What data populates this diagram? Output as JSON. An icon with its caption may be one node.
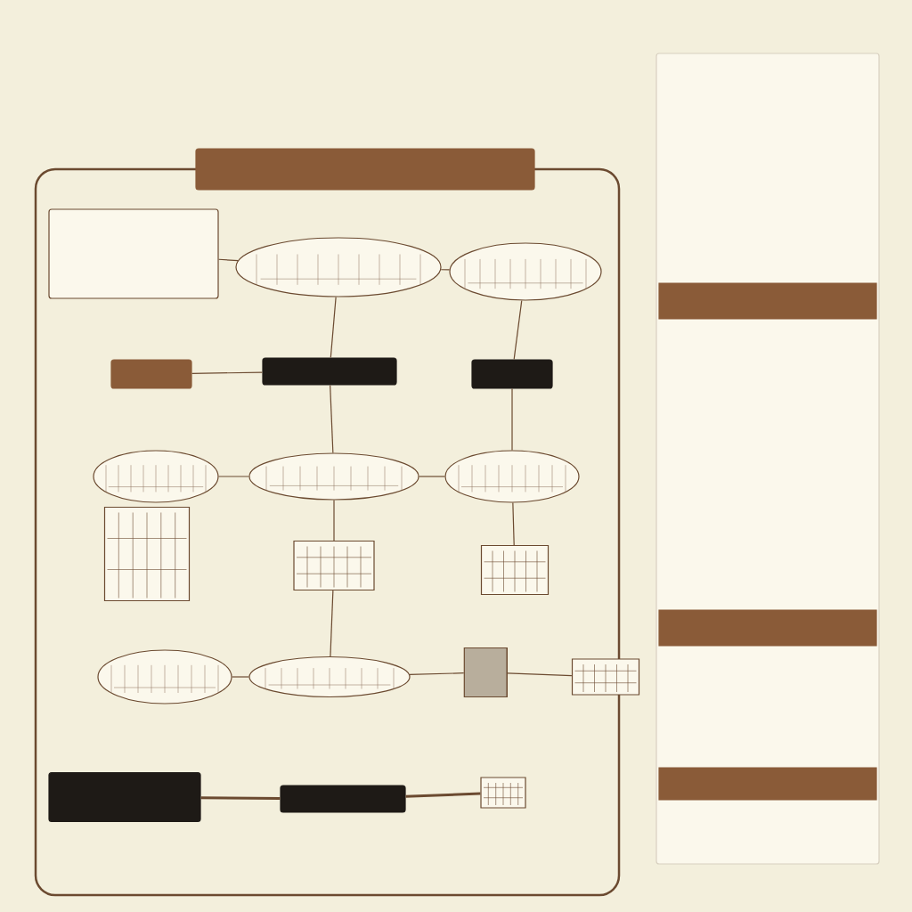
{
  "diagram": {
    "nodes": [
      {
        "text": [],
        "shape": "box"
      },
      {
        "text": [],
        "shape": "box"
      },
      {
        "text": [],
        "shape": "ellipse"
      },
      {
        "text": [],
        "shape": "ellipse"
      },
      {
        "text": [],
        "shape": "box"
      },
      {
        "text": [],
        "shape": "box"
      },
      {
        "text": [],
        "shape": "box"
      },
      {
        "text": [],
        "shape": "ellipse"
      },
      {
        "text": [],
        "shape": "ellipse"
      },
      {
        "text": [],
        "shape": "ellipse"
      },
      {
        "text": [],
        "shape": "picture"
      },
      {
        "text": [],
        "shape": "picture"
      },
      {
        "text": [],
        "shape": "picture"
      },
      {
        "text": [],
        "shape": "ellipse"
      },
      {
        "text": [],
        "shape": "ellipse"
      },
      {
        "text": [],
        "shape": "cylinder"
      },
      {
        "text": [],
        "shape": "picture"
      },
      {
        "text": [],
        "shape": "box"
      },
      {
        "text": [],
        "shape": "box"
      },
      {
        "text": [],
        "shape": "picture"
      },
      {
        "text": [],
        "shape": "box"
      },
      {
        "text": [],
        "shape": "bar",
        "in": 20
      },
      {
        "text": [],
        "shape": "bar",
        "in": 20
      },
      {
        "text": [],
        "shape": "bar",
        "in": 20
      }
    ],
    "edges": [
      {
        "from": 1,
        "to": 2,
        "arrow": "none"
      },
      {
        "from": 2,
        "to": 3,
        "arrow": "none"
      },
      {
        "from": 2,
        "to": 5,
        "arrow": "none"
      },
      {
        "from": 3,
        "to": 6,
        "arrow": "none"
      },
      {
        "from": 4,
        "to": 5,
        "arrow": "none"
      },
      {
        "from": 5,
        "to": 8,
        "arrow": "none"
      },
      {
        "from": 6,
        "to": 9,
        "arrow": "none"
      },
      {
        "from": 7,
        "to": 8,
        "arrow": "none"
      },
      {
        "from": 8,
        "to": 9,
        "arrow": "none"
      },
      {
        "from": 8,
        "to": 11,
        "arrow": "none"
      },
      {
        "from": 9,
        "to": 12,
        "arrow": "none"
      },
      {
        "from": 11,
        "to": 14,
        "arrow": "none"
      },
      {
        "from": 13,
        "to": 14,
        "arrow": "none"
      },
      {
        "from": 14,
        "to": 15,
        "arrow": "none"
      },
      {
        "from": 15,
        "to": 16,
        "arrow": "none"
      },
      {
        "from": 17,
        "to": 18,
        "arrow": "none",
        "style": "thick"
      },
      {
        "from": 18,
        "to": 19,
        "arrow": "none",
        "style": "thick"
      }
    ]
  }
}
